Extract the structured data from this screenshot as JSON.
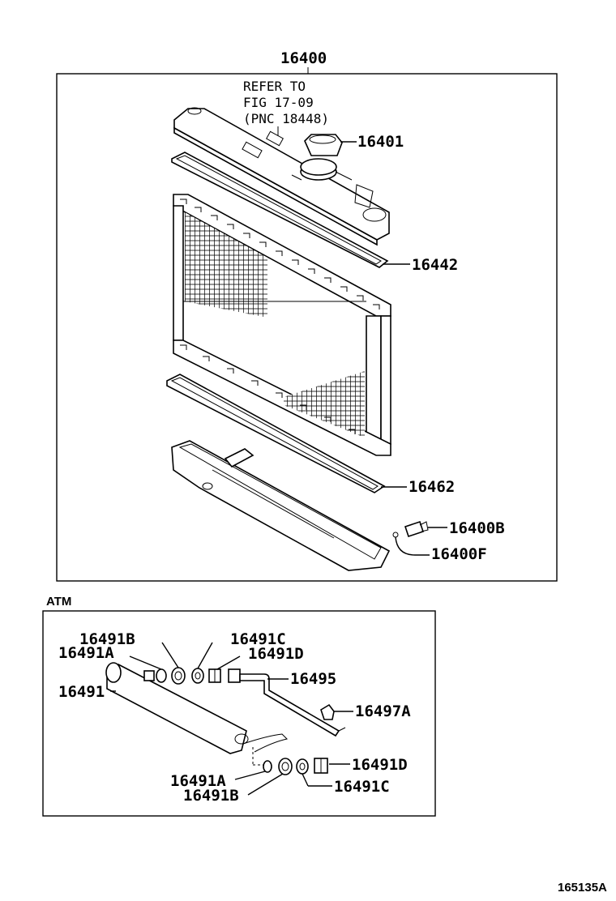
{
  "labels": {
    "main": "16400",
    "refer_line1": "REFER TO",
    "refer_line2": "FIG 17-09",
    "refer_line3": "(PNC 18448)",
    "cap": "16401",
    "upper_gasket": "16442",
    "lower_gasket": "16462",
    "drain_cock": "16400B",
    "drain_plug": "16400F",
    "atm_title": "ATM",
    "cooler_a_top": "16491A",
    "cooler_b_top": "16491B",
    "cooler_c_top": "16491C",
    "cooler_d_top": "16491D",
    "cooler": "16491",
    "pipe": "16495",
    "clamp": "16497A",
    "cooler_a_bot": "16491A",
    "cooler_b_bot": "16491B",
    "cooler_c_bot": "16491C",
    "cooler_d_bot": "16491D",
    "figure_id": "165135A"
  }
}
